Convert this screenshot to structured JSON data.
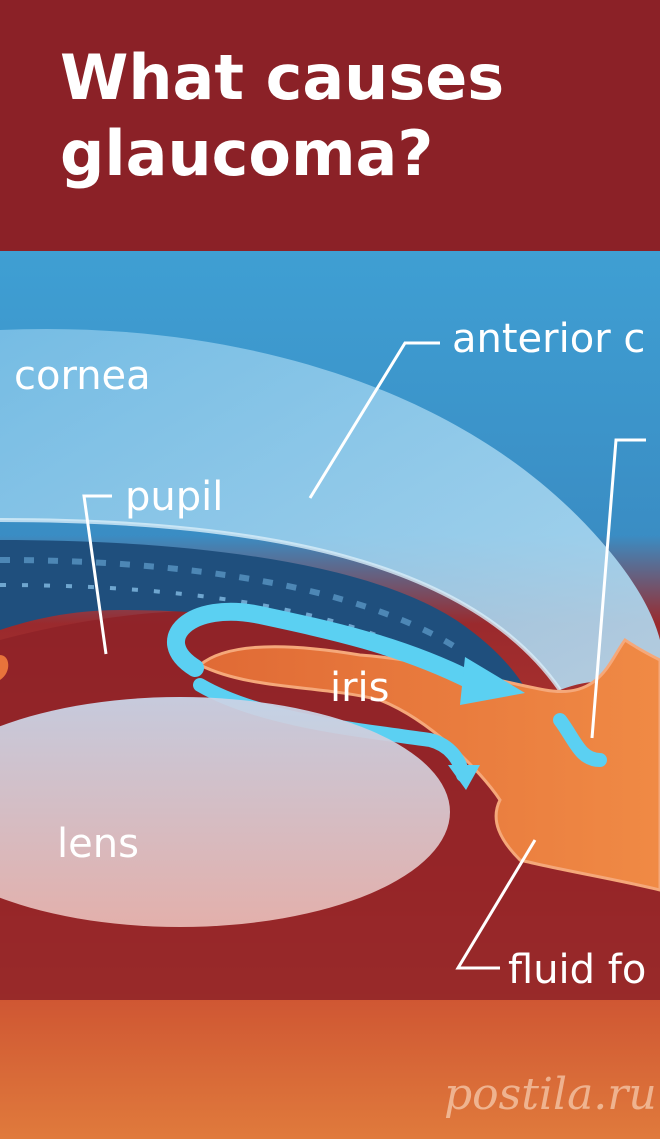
{
  "header": {
    "title_line1": "What causes",
    "title_line2": "glaucoma?"
  },
  "labels": {
    "cornea": "cornea",
    "pupil": "pupil",
    "iris": "iris",
    "lens": "lens",
    "anterior": "anterior c",
    "fluid": "fluid fo"
  },
  "watermark": "postila.ru",
  "colors": {
    "header_bg": "#8b2127",
    "sky_blue": "#4aa3d6",
    "cornea": "#9fd0ec",
    "iris": "#e8733b",
    "fluid_arrow": "#5bd0f2",
    "lens": "#d9dde8",
    "chamber": "#8d1f26"
  }
}
